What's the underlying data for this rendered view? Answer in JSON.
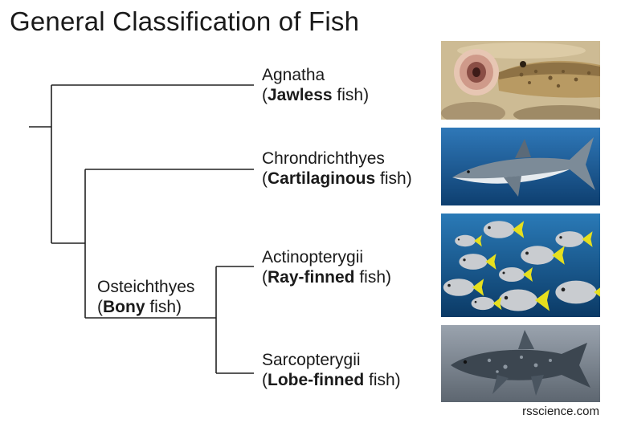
{
  "title": "General Classification of Fish",
  "groups": {
    "agnatha": {
      "name": "Agnatha",
      "paren_open": "(",
      "bold": "Jawless",
      "rest": " fish)"
    },
    "chondrichthyes": {
      "name": "Chrondrichthyes",
      "paren_open": "(",
      "bold": "Cartilaginous",
      "rest": " fish)"
    },
    "osteichthyes": {
      "name": "Osteichthyes",
      "paren_open": "(",
      "bold": "Bony",
      "rest": " fish)"
    },
    "actinopterygii": {
      "name": "Actinopterygii",
      "paren_open": "(",
      "bold": "Ray-finned",
      "rest": " fish)"
    },
    "sarcopterygii": {
      "name": "Sarcopterygii",
      "paren_open": "(",
      "bold": "Lobe-finned",
      "rest": " fish)"
    }
  },
  "credit": "rsscience.com",
  "colors": {
    "line": "#222222",
    "ocean": "#1c5a93",
    "sand": "#b9a57c"
  }
}
